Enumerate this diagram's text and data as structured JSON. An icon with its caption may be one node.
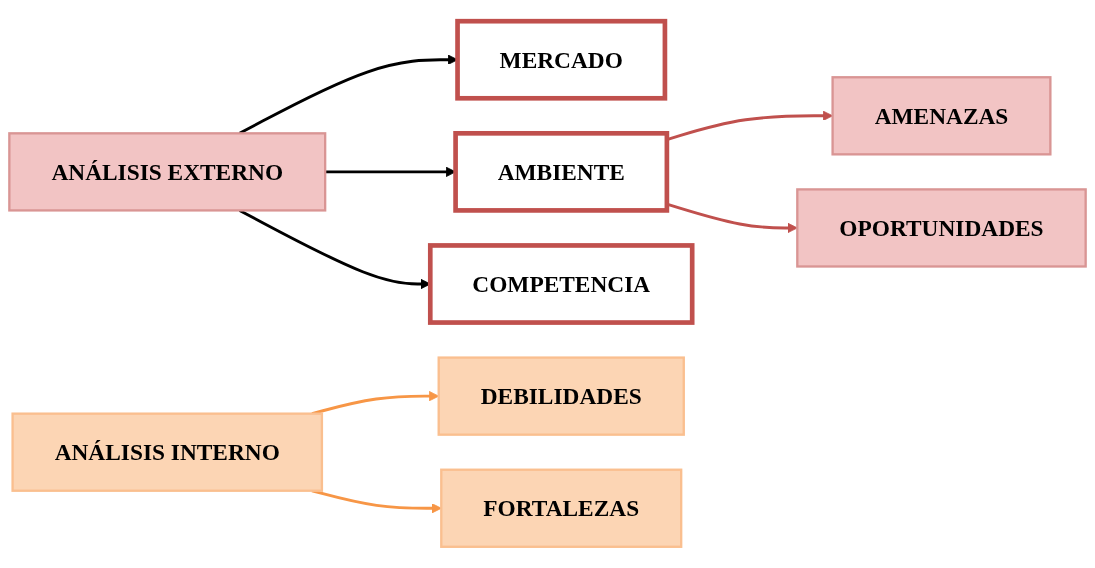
{
  "diagram": {
    "nodes": [
      {
        "text": [
          "ANÁLISIS EXTERNO"
        ]
      },
      {
        "text": [
          "MERCADO"
        ]
      },
      {
        "text": [
          "AMBIENTE"
        ]
      },
      {
        "text": [
          "COMPETENCIA"
        ]
      },
      {
        "text": [
          "AMENAZAS"
        ]
      },
      {
        "text": [
          "OPORTUNIDADES"
        ]
      },
      {
        "text": [
          "ANÁLISIS INTERNO"
        ]
      },
      {
        "text": [
          "DEBILIDADES"
        ]
      },
      {
        "text": [
          "FORTALEZAS"
        ]
      }
    ],
    "edges": [
      {
        "from": 0,
        "to": 1,
        "arrow": "to"
      },
      {
        "from": 0,
        "to": 2,
        "arrow": "to"
      },
      {
        "from": 0,
        "to": 3,
        "arrow": "to"
      },
      {
        "from": 2,
        "to": 4,
        "arrow": "to",
        "color": "#c0504d"
      },
      {
        "from": 2,
        "to": 5,
        "arrow": "to",
        "color": "#c0504d"
      },
      {
        "from": 6,
        "to": 7,
        "arrow": "to",
        "color": "#f79646"
      },
      {
        "from": 6,
        "to": 8,
        "arrow": "to",
        "color": "#f79646"
      }
    ]
  }
}
